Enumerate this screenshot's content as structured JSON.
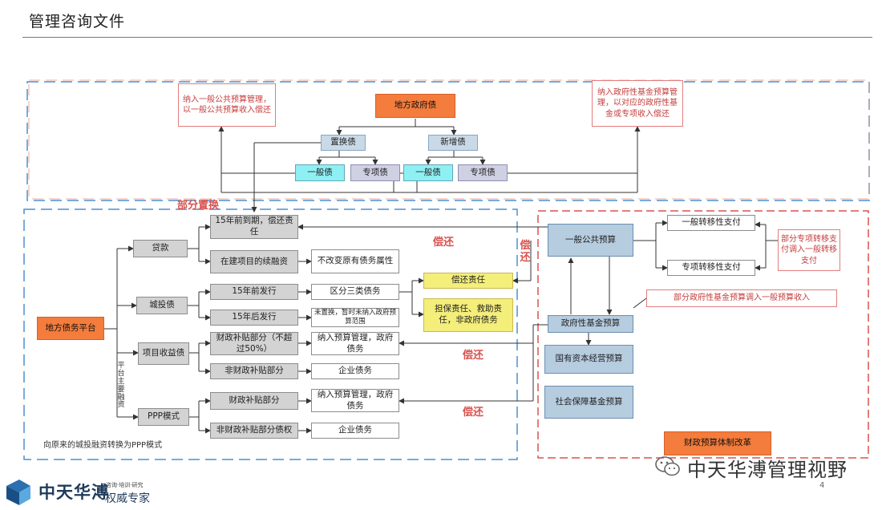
{
  "header": {
    "title": "管理咨询文件"
  },
  "colors": {
    "orange": "#f47c3c",
    "red": "#d9534f",
    "blue": "#4d8fcf",
    "gray": "#d3d3d3"
  },
  "top": {
    "local_debt": "地方政府债",
    "general_bond": "一般债",
    "special_bond": "专项债",
    "replacement_bond": "置换债",
    "new_bond": "新增债",
    "note_left": "纳入一般公共预算管理，以一般公共预算收入偿还",
    "note_right": "纳入政府性基金预算管理，以对应的政府性基金或专项收入偿还"
  },
  "left": {
    "platform": "地方债务平台",
    "partial_replace": "部分置换",
    "loans": "贷款",
    "city_bond": "城投债",
    "project_income": "项目收益债",
    "ppp": "PPP模式",
    "vertical_note": "平台主要融资",
    "bottom_note": "向原来的城投融资转换为PPP模式",
    "b1": "15年前到期，偿还责任",
    "b2": "在建项目的续融资",
    "b3": "15年前发行",
    "b4": "15年后发行",
    "b5": "财政补贴部分（不超过50%）",
    "b6": "非财政补贴部分",
    "b7": "财政补贴部分",
    "b8": "非财政补贴部分债权",
    "r1": "不改变原有债务属性",
    "r2": "区分三类债务",
    "r3": "未置换，暂时未纳入政府预算范围",
    "r4": "纳入预算管理，政府债务",
    "r5": "企业债务",
    "r6": "纳入预算管理，政府债务",
    "r7": "企业债务",
    "y1": "偿还责任",
    "y2": "担保责任、救助责任，非政府债务",
    "repay1": "偿还",
    "repay2": "偿还",
    "repay3": "偿还",
    "repay4": "偿还"
  },
  "right": {
    "general_budget": "一般公共预算",
    "transfer1": "一般转移性支付",
    "transfer2": "专项转移性支付",
    "fund_budget": "政府性基金预算",
    "soe_budget": "国有资本经营预算",
    "social_budget": "社会保障基金预算",
    "note": "部分专项转移支付调入一般转移支付",
    "fund_note": "部分政府性基金预算调入一般预算收入",
    "reform": "财政预算体制改革"
  },
  "footer": {
    "brand": "中天华溥",
    "tagline": "咨询·培训·研究",
    "sub": "权威专家",
    "wechat": "中天华溥管理视野",
    "page": "4"
  }
}
